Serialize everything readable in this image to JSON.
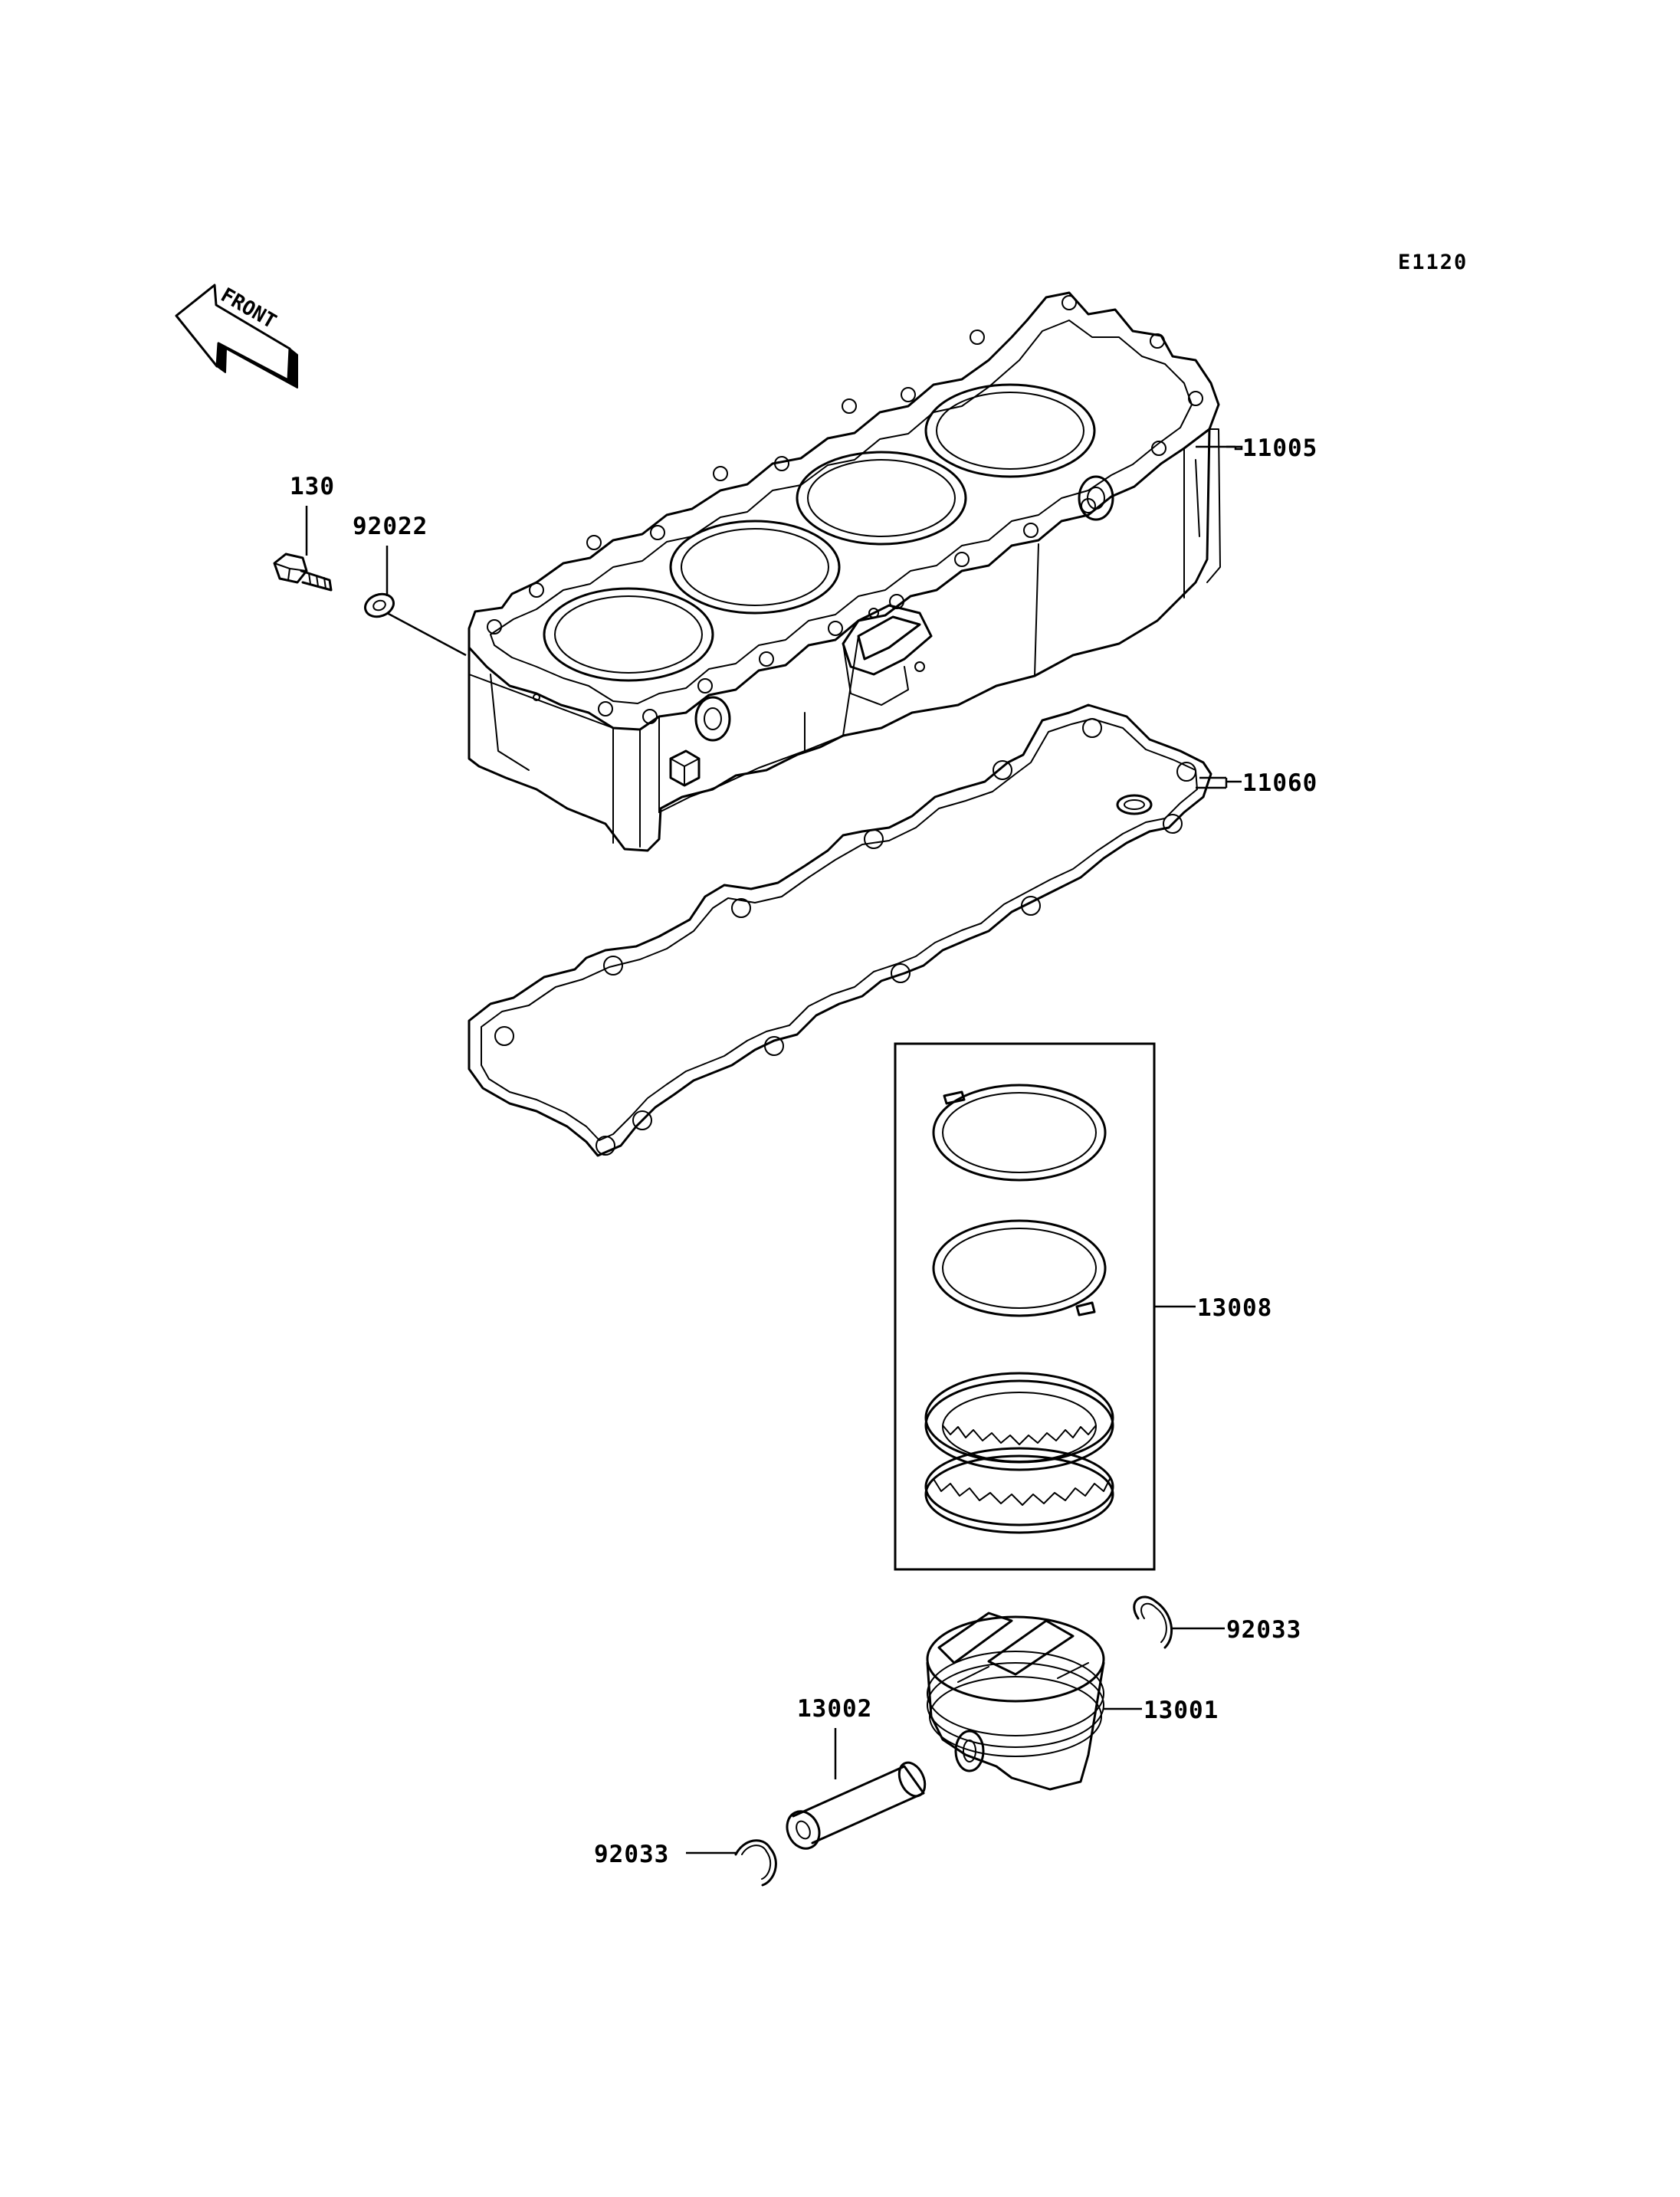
{
  "diagram_code": "E1120",
  "front_label": "FRONT",
  "parts": {
    "cylinder": "11005",
    "gasket": "11060",
    "bolt": "130",
    "washer": "92022",
    "ring_set": "13008",
    "piston": "13001",
    "piston_pin": "13002",
    "snap_ring_right": "92033",
    "snap_ring_left": "92033"
  }
}
